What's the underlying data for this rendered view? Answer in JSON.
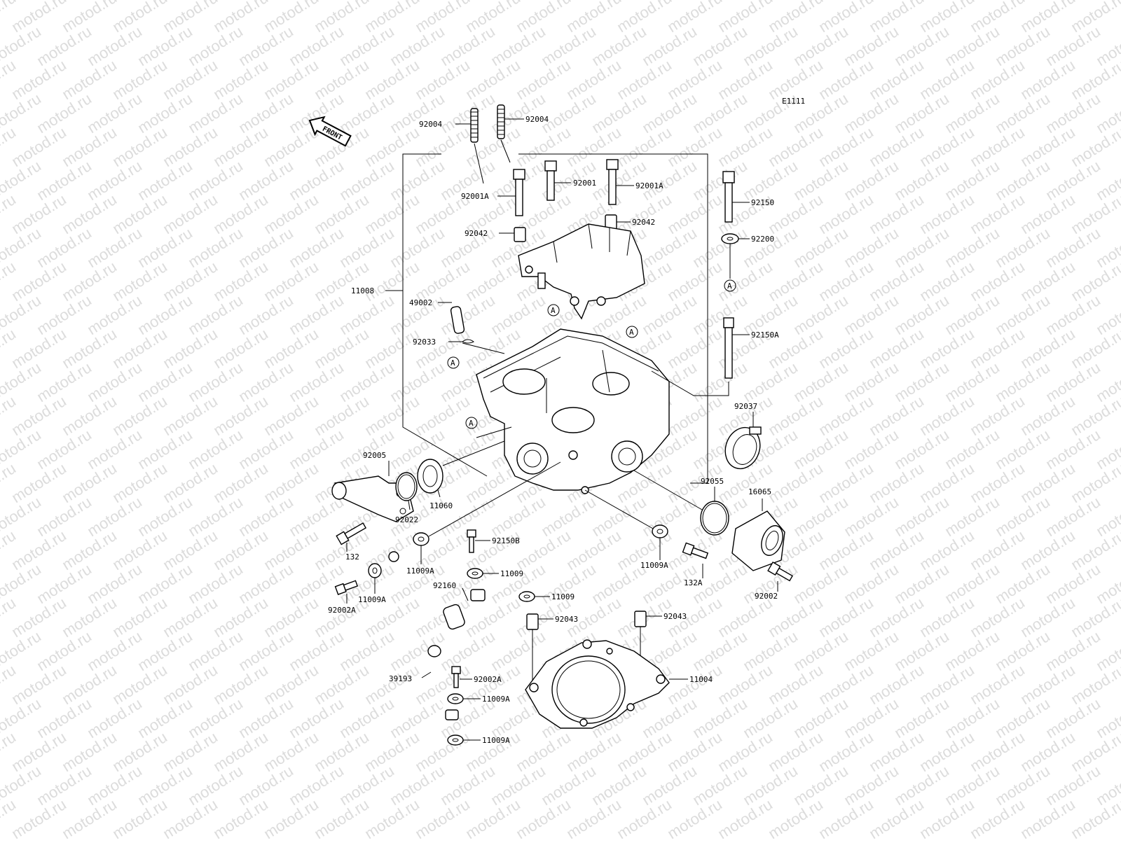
{
  "diagram_code": "E1111",
  "front_label": "FRONT",
  "watermark": "motod.ru",
  "parts": {
    "p92004a": "92004",
    "p92004b": "92004",
    "p92001A_l": "92001A",
    "p92001": "92001",
    "p92001A_r": "92001A",
    "p92150": "92150",
    "p92042_l": "92042",
    "p92042_r": "92042",
    "p92200": "92200",
    "p11008": "11008",
    "p49002": "49002",
    "p92033": "92033",
    "p92150A": "92150A",
    "p92037": "92037",
    "p92005": "92005",
    "p11060": "11060",
    "p92022": "92022",
    "p92055": "92055",
    "p16065": "16065",
    "p132": "132",
    "p11009A_a": "11009A",
    "p92150B": "92150B",
    "p11009A_b": "11009A",
    "p132A": "132A",
    "p92002": "92002",
    "p11009_a": "11009",
    "p92160": "92160",
    "p11009A_c": "11009A",
    "p92002A_a": "92002A",
    "p11009_b": "11009",
    "p92043_l": "92043",
    "p92043_r": "92043",
    "p11004": "11004",
    "p39193": "39193",
    "p92002A_b": "92002A",
    "p11009A_d": "11009A",
    "p11009A_e": "11009A"
  },
  "ref_marker": "A"
}
